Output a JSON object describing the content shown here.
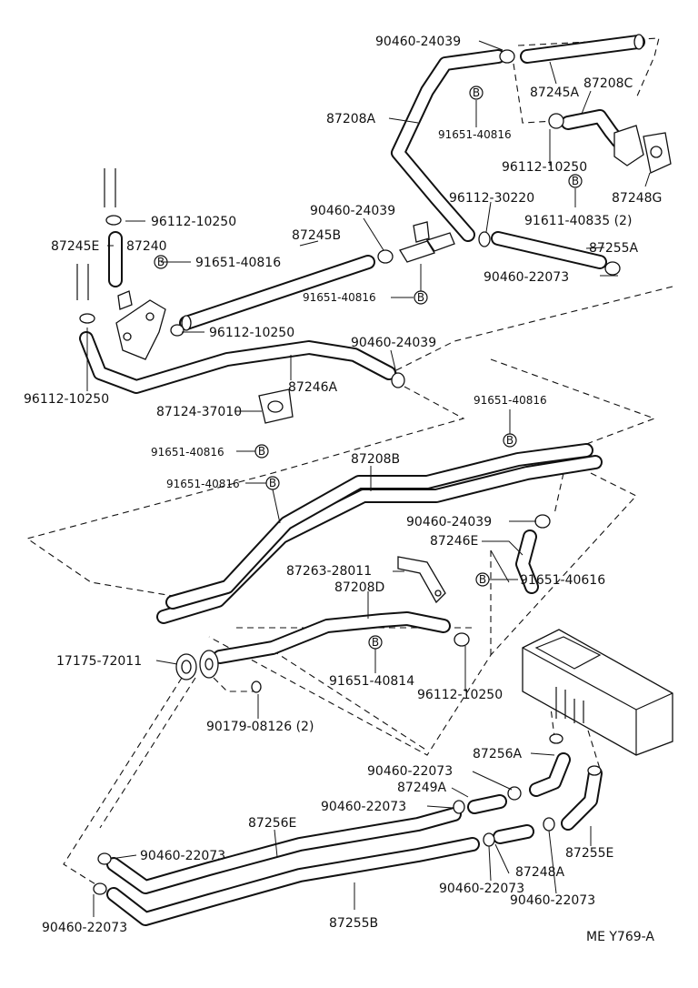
{
  "diagram": {
    "footer_code": "ME  Y769-A",
    "bolt_symbol": "B",
    "labels": {
      "l_90460_24039_top": "90460-24039",
      "l_87245A": "87245A",
      "l_87208C": "87208C",
      "l_87208A": "87208A",
      "l_91651_40816_top": "91651-40816",
      "l_96112_10250_tr": "96112-10250",
      "l_87248G": "87248G",
      "l_91611_40835": "91611-40835 (2)",
      "l_96112_30220": "96112-30220",
      "l_96112_10250_l": "96112-10250",
      "l_87245E": "87245E",
      "l_87240": "87240",
      "l_91651_40816_l": "91651-40816",
      "l_90460_24039_mid": "90460-24039",
      "l_87245B": "87245B",
      "l_87255A": "87255A",
      "l_90460_22073_r": "90460-22073",
      "l_91651_40816_mid": "91651-40816",
      "l_96112_10250_c": "96112-10250",
      "l_90460_24039_c": "90460-24039",
      "l_96112_10250_bl": "96112-10250",
      "l_87246A": "87246A",
      "l_87124_37010": "87124-37010",
      "l_91651_40816_rc": "91651-40816",
      "l_91651_40816_lc": "91651-40816",
      "l_87208B": "87208B",
      "l_91651_40816_lc2": "91651-40816",
      "l_90460_24039_low": "90460-24039",
      "l_87246E": "87246E",
      "l_87263_28011": "87263-28011",
      "l_87208D": "87208D",
      "l_91651_40616": "91651-40616",
      "l_17175_72011": "17175-72011",
      "l_91651_40814": "91651-40814",
      "l_96112_10250_low": "96112-10250",
      "l_90179_08126": "90179-08126 (2)",
      "l_87256A": "87256A",
      "l_90460_22073_a": "90460-22073",
      "l_87249A": "87249A",
      "l_90460_22073_b": "90460-22073",
      "l_87256E": "87256E",
      "l_90460_22073_c": "90460-22073",
      "l_87255E": "87255E",
      "l_87248A": "87248A",
      "l_90460_22073_d": "90460-22073",
      "l_90460_22073_e": "90460-22073",
      "l_90460_22073_f": "90460-22073",
      "l_87255B": "87255B"
    }
  }
}
